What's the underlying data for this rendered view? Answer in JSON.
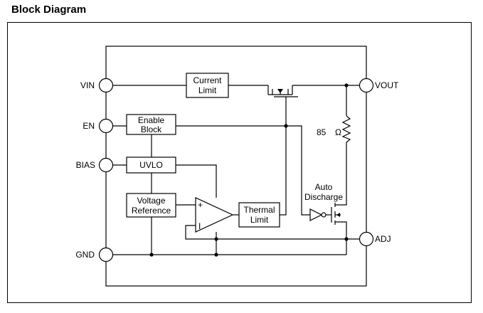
{
  "title": "Block Diagram",
  "pins": {
    "vin": "VIN",
    "en": "EN",
    "bias": "BIAS",
    "gnd": "GND",
    "vout": "VOUT",
    "adj": "ADJ"
  },
  "blocks": {
    "current_limit": [
      "Current",
      "Limit"
    ],
    "enable_block": [
      "Enable",
      "Block"
    ],
    "uvlo": "UVLO",
    "voltage_reference": [
      "Voltage",
      "Reference"
    ],
    "thermal_limit": [
      "Thermal",
      "Limit"
    ]
  },
  "amp": {
    "plus": "+",
    "minus": "I"
  },
  "resistor": {
    "value": "85",
    "unit": "Ω"
  },
  "auto_discharge": [
    "Auto",
    "Discharge"
  ]
}
